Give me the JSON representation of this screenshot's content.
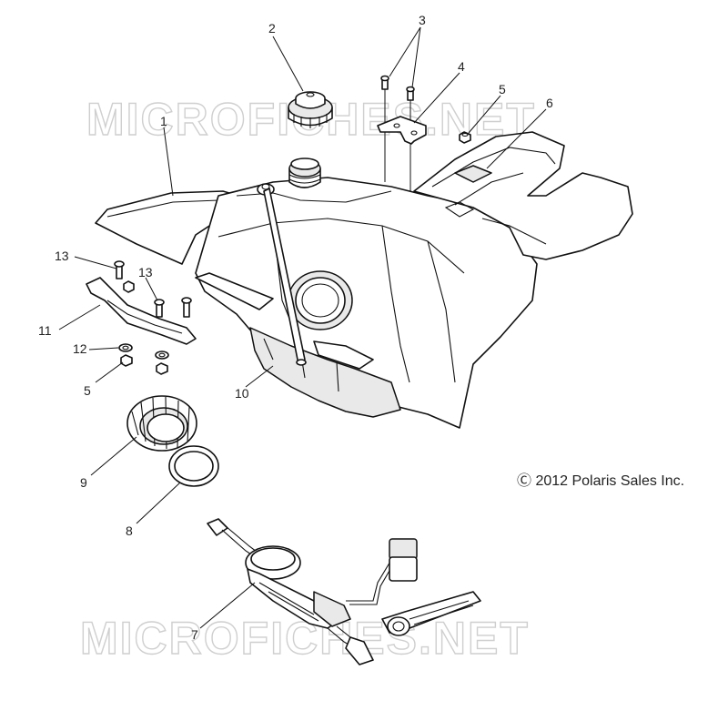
{
  "watermark": {
    "text": "MICROFICHES.NET"
  },
  "copyright": "Ⓒ 2012 Polaris Sales Inc.",
  "callouts": {
    "c1": "1",
    "c2": "2",
    "c3": "3",
    "c4": "4",
    "c5a": "5",
    "c6": "6",
    "c7": "7",
    "c8": "8",
    "c9": "9",
    "c10": "10",
    "c11": "11",
    "c12": "12",
    "c13a": "13",
    "c13b": "13",
    "c5b": "5"
  }
}
